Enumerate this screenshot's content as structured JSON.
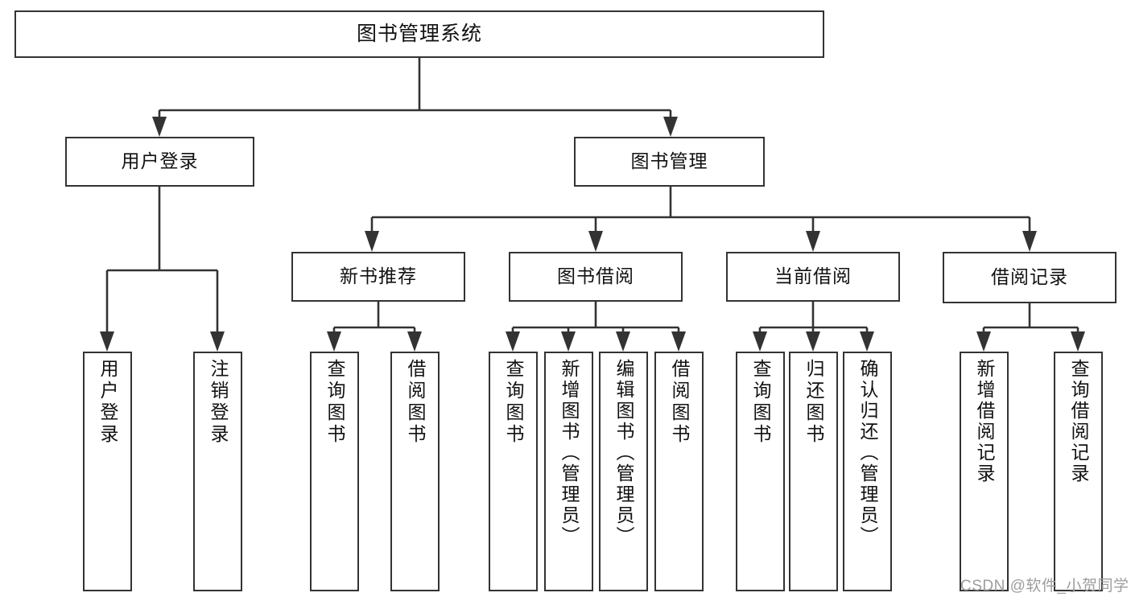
{
  "diagram": {
    "title": "图书管理系统",
    "type": "tree-hierarchy-chart",
    "watermark": "CSDN @软件_小贺同学",
    "colors": {
      "box_border": "#333333",
      "box_fill": "#ffffff",
      "connector": "#333333",
      "text": "#111111",
      "watermark": "#9d9d9d",
      "background": "#ffffff"
    },
    "root": {
      "label": "图书管理系统"
    },
    "level2": [
      {
        "label": "用户登录"
      },
      {
        "label": "图书管理"
      }
    ],
    "level3": [
      {
        "label": "新书推荐"
      },
      {
        "label": "图书借阅"
      },
      {
        "label": "当前借阅"
      },
      {
        "label": "借阅记录"
      }
    ],
    "leaves": {
      "user_login": [
        {
          "label": "用户登录"
        },
        {
          "label": "注销登录"
        }
      ],
      "new_book_recommend": [
        {
          "label": "查询图书"
        },
        {
          "label": "借阅图书"
        }
      ],
      "book_borrow": [
        {
          "label": "查询图书"
        },
        {
          "label": "新增图书（管理员）"
        },
        {
          "label": "编辑图书（管理员）"
        },
        {
          "label": "借阅图书"
        }
      ],
      "current_borrow": [
        {
          "label": "查询图书"
        },
        {
          "label": "归还图书"
        },
        {
          "label": "确认归还（管理员）"
        }
      ],
      "borrow_record": [
        {
          "label": "新增借阅记录"
        },
        {
          "label": "查询借阅记录"
        }
      ]
    }
  }
}
